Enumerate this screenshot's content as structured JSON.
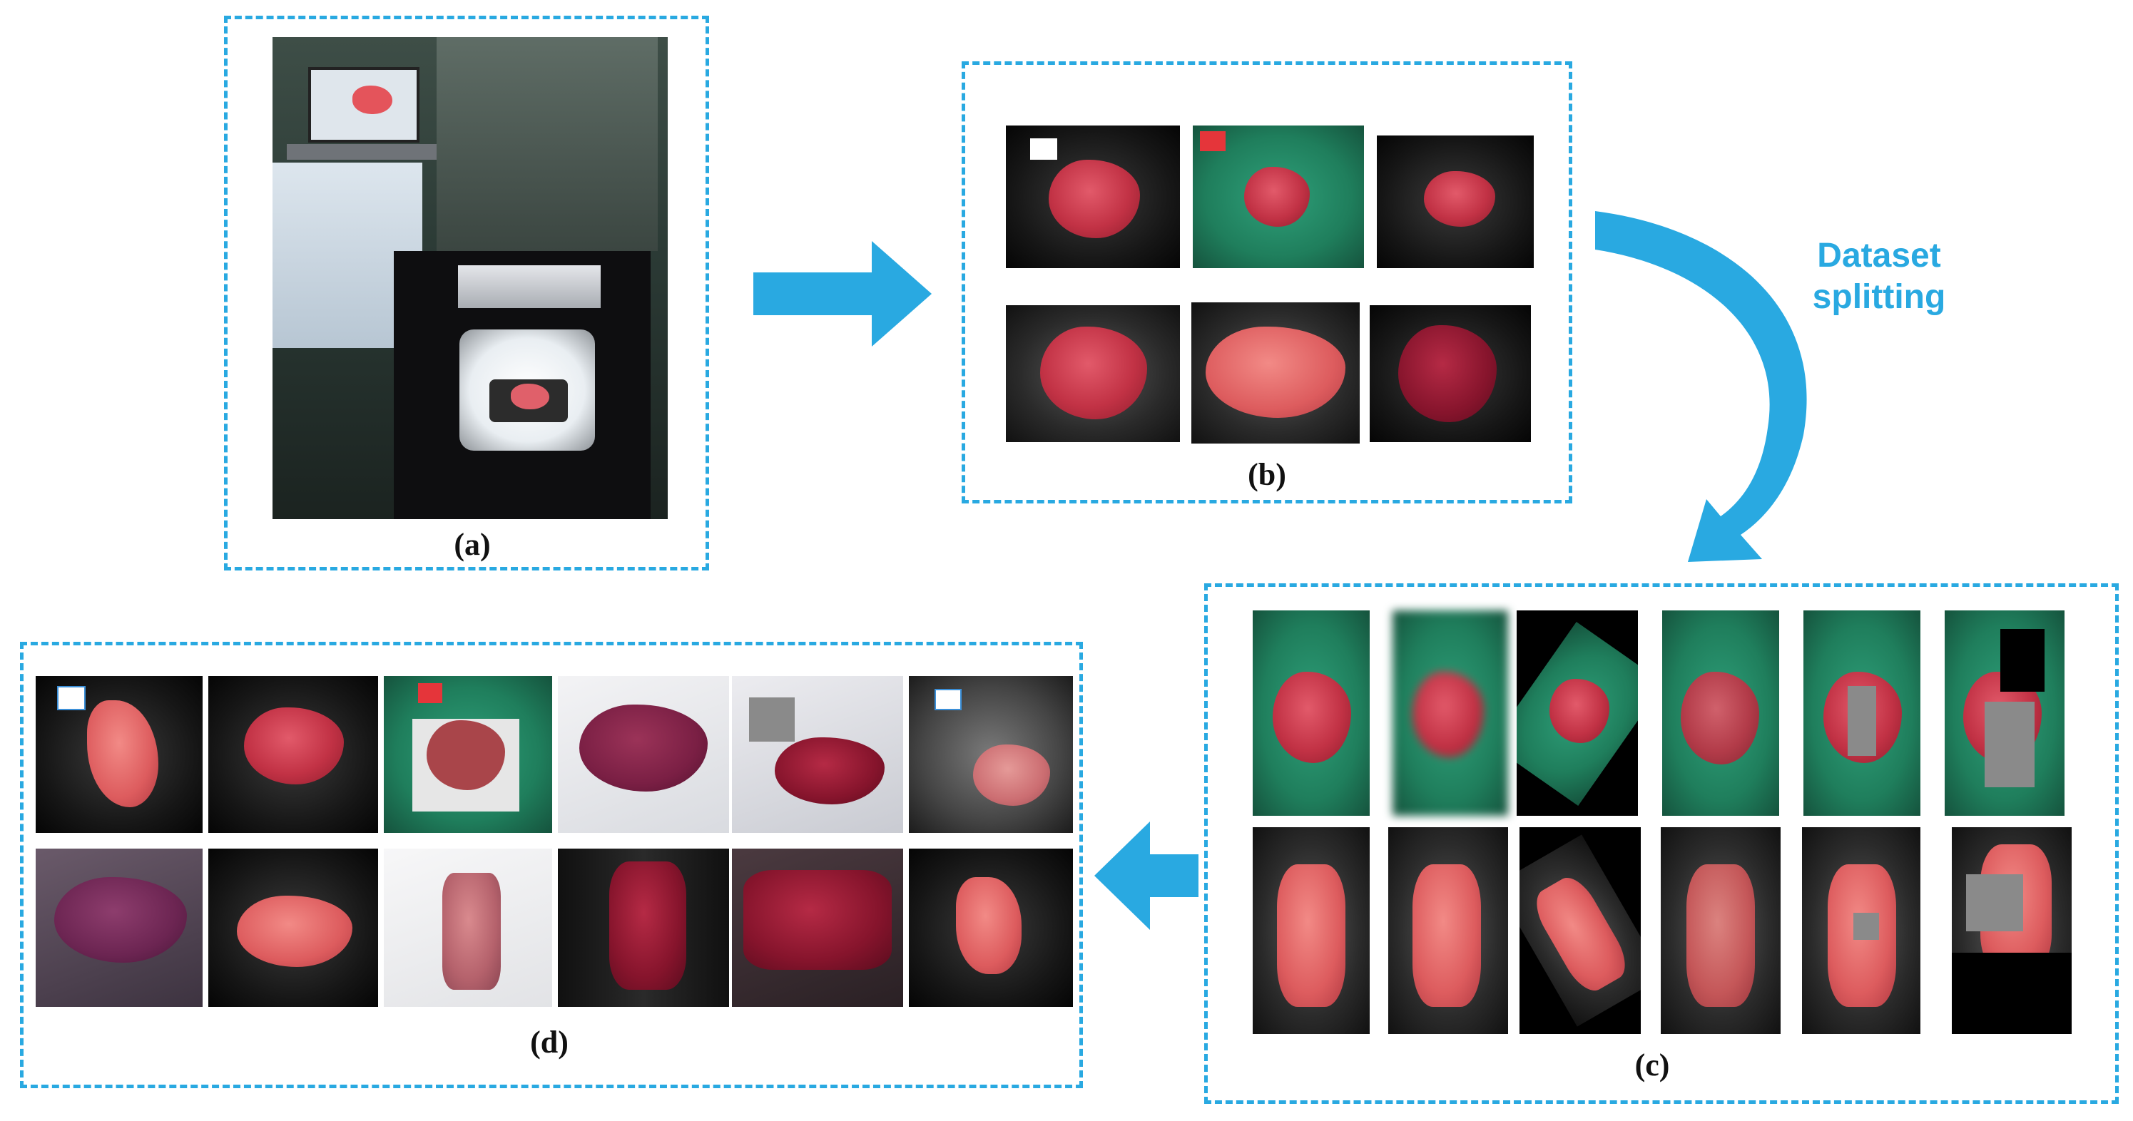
{
  "panels": {
    "a": {
      "caption": "(a)"
    },
    "b": {
      "caption": "(b)"
    },
    "c": {
      "caption": "(c)"
    },
    "d": {
      "caption": "(d)"
    }
  },
  "flow_label": "Dataset\nsplitting",
  "colors": {
    "accent": "#29a9e1",
    "caption": "#111111"
  }
}
